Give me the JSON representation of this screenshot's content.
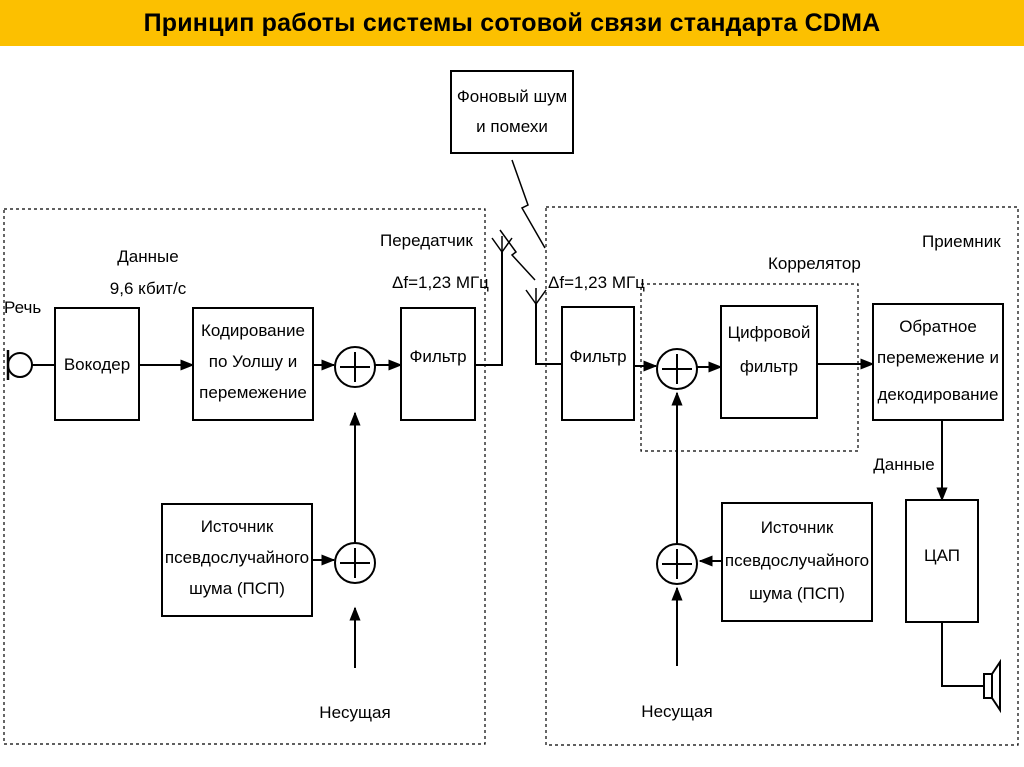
{
  "title": "Принцип работы системы сотовой связи стандарта CDMA",
  "noise_box": {
    "line1": "Фоновый шум",
    "line2": "и помехи"
  },
  "transmitter": {
    "label": "Передатчик",
    "speech_label": "Речь",
    "data_label_1": "Данные",
    "data_label_2": "9,6 кбит/с",
    "bandwidth_label": "Δf=1,23 МГц",
    "vocoder": "Вокодер",
    "coding": {
      "line1": "Кодирование",
      "line2": "по Уолшу и",
      "line3": "перемежение"
    },
    "filter": "Фильтр",
    "pn_source": {
      "line1": "Источник",
      "line2": "псевдослучайного",
      "line3": "шума (ПСП)"
    },
    "carrier": "Несущая"
  },
  "receiver": {
    "label": "Приемник",
    "bandwidth_label": "Δf=1,23 МГц",
    "correlator_label": "Коррелятор",
    "filter": "Фильтр",
    "digital_filter": {
      "line1": "Цифровой",
      "line2": "фильтр"
    },
    "deinterleave": {
      "line1": "Обратное",
      "line2": "перемежение и",
      "line3": "декодирование"
    },
    "data_label": "Данные",
    "dac": "ЦАП",
    "pn_source": {
      "line1": "Источник",
      "line2": "псевдослучайного",
      "line3": "шума (ПСП)"
    },
    "carrier": "Несущая"
  }
}
